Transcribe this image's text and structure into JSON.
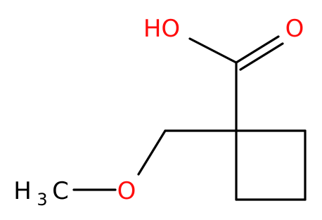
{
  "molecule": {
    "atoms": {
      "hydroxyl": "HO",
      "carbonyl_oxygen": "O",
      "ether_oxygen": "O",
      "methyl_h": "H",
      "methyl_subscript": "3",
      "methyl_c": "C"
    },
    "colors": {
      "oxygen": "#ff0d0d",
      "carbon": "#000000",
      "bond": "#000000"
    }
  }
}
